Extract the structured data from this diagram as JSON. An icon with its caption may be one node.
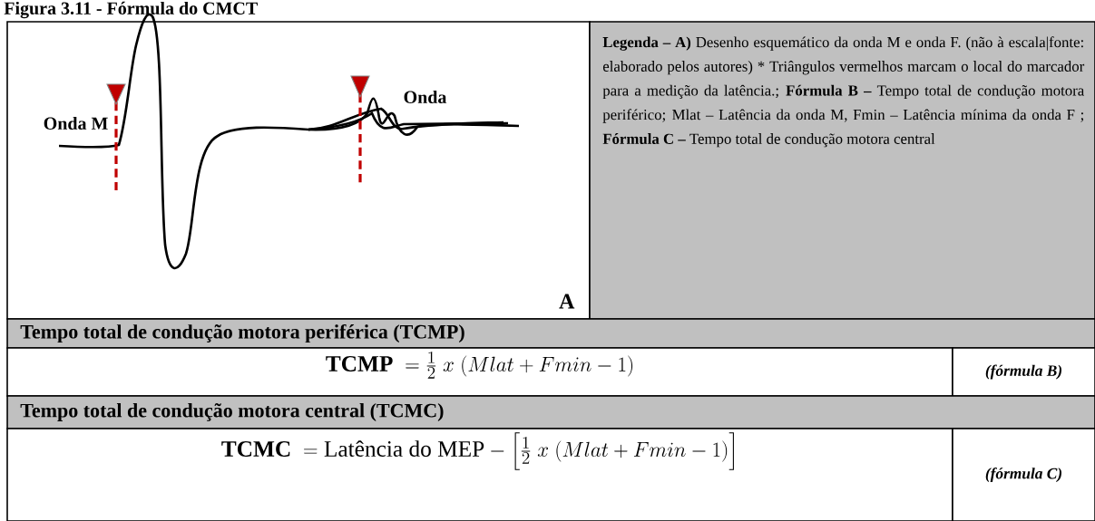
{
  "diagram": {
    "title": "Figura 3.11 - Fórmula do CMCT",
    "nodes": [
      {
        "text": [
          "Onda M",
          "Onda",
          "A"
        ]
      },
      {
        "text": [
          "**Legenda – A)** Desenho esquemático da onda M e onda F. (não à escala|fonte: elaborado pelos autores) * Triângulos vermelhos marcam o local do marcador para a medição da latência.; **Fórmula B –** Tempo total de condução motora periférico; Mlat – Latência da onda M, Fmin – Latência mínima da onda F ; **Fórmula C –** Tempo total de condução motora central"
        ]
      },
      {
        "text": [
          "Tempo total de condução motora periférica (TCMP)"
        ]
      },
      {
        "text": [
          "\\mathbf{TCMP}\\ = \\frac{1}{2}\\ x\\ (Mlat + Fmin - 1)"
        ]
      },
      {
        "text": [
          "(fórmula B)"
        ]
      },
      {
        "text": [
          "Tempo total de condução motora central (TCMC)"
        ]
      },
      {
        "text": [
          "\\mathbf{TCMC}\\ = \\text{Latência do MEP} - \\left[\\frac{1}{2}\\ x\\ (Mlat + Fmin - 1)\\right]"
        ]
      },
      {
        "text": [
          "(fórmula C)"
        ]
      }
    ]
  }
}
